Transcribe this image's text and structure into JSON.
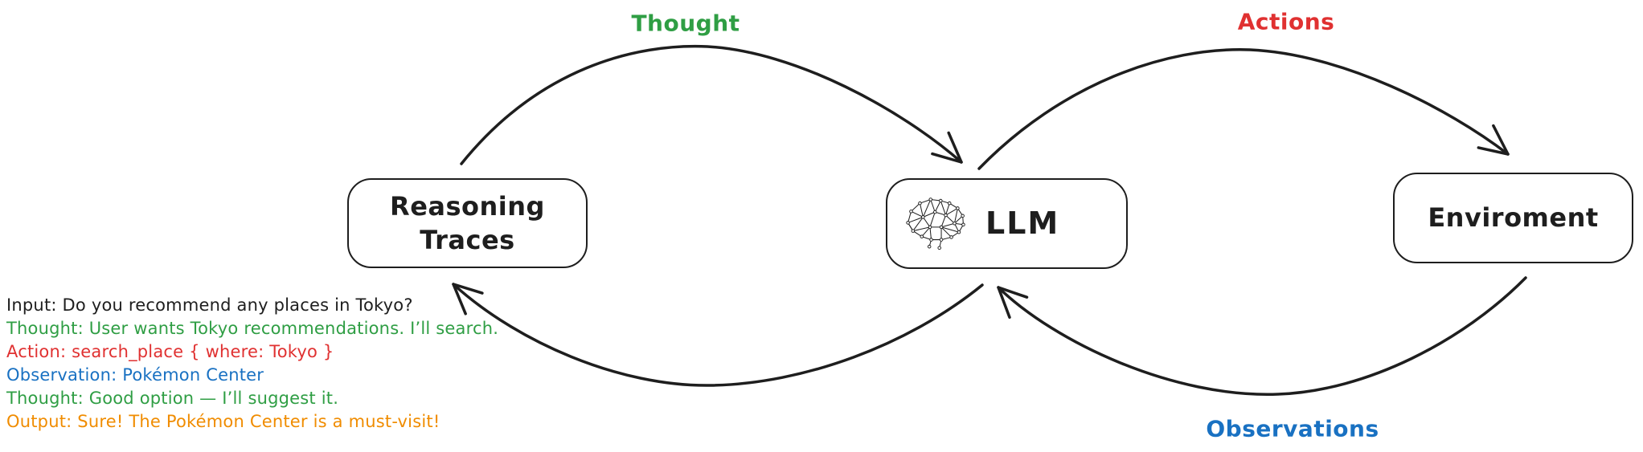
{
  "colors": {
    "ink": "#1e1e1e",
    "green": "#2f9e44",
    "red": "#e03131",
    "blue": "#1971c2",
    "orange": "#f08c00",
    "background": "#ffffff"
  },
  "nodes": {
    "reasoning_traces": {
      "label_line1": "Reasoning",
      "label_line2": "Traces"
    },
    "llm": {
      "label": "LLM",
      "icon": "brain-network-icon"
    },
    "environment": {
      "label": "Enviroment"
    }
  },
  "edges": {
    "thought": {
      "label": "Thought",
      "color": "#2f9e44",
      "from": "Reasoning Traces",
      "to": "LLM"
    },
    "actions": {
      "label": "Actions",
      "color": "#e03131",
      "from": "LLM",
      "to": "Enviroment"
    },
    "observations": {
      "label": "Observations",
      "color": "#1971c2",
      "from": "Enviroment",
      "to": "LLM"
    },
    "feedback": {
      "label": "",
      "color": "#1e1e1e",
      "from": "LLM",
      "to": "Reasoning Traces"
    }
  },
  "transcript": {
    "lines": [
      {
        "text": "Input: Do you recommend any places in Tokyo?",
        "color": "#1e1e1e"
      },
      {
        "text": "Thought: User wants Tokyo recommendations. I’ll search.",
        "color": "#2f9e44"
      },
      {
        "text": "Action: search_place { where: Tokyo }",
        "color": "#e03131"
      },
      {
        "text": "Observation: Pokémon Center",
        "color": "#1971c2"
      },
      {
        "text": "Thought: Good option — I’ll suggest it.",
        "color": "#2f9e44"
      },
      {
        "text": "Output: Sure! The Pokémon Center is a must-visit!",
        "color": "#f08c00"
      }
    ]
  }
}
